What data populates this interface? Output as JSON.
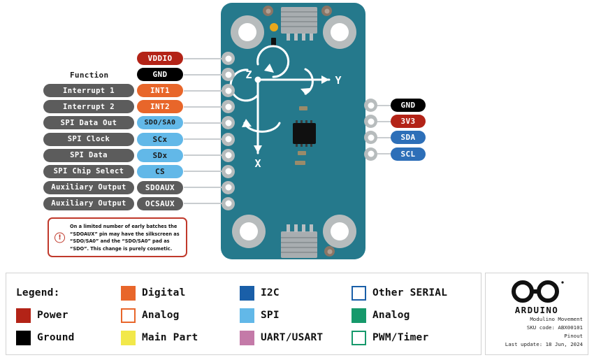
{
  "header": {
    "function_label": "Function"
  },
  "left_pins": [
    {
      "fn": "",
      "name": "VDDIO",
      "type": "pwr",
      "has_fn": false
    },
    {
      "fn": "",
      "name": "GND",
      "type": "gnd",
      "has_fn": false
    },
    {
      "fn": "Interrupt 1",
      "name": "INT1",
      "type": "dig",
      "has_fn": true
    },
    {
      "fn": "Interrupt 2",
      "name": "INT2",
      "type": "dig",
      "has_fn": true
    },
    {
      "fn": "SPI Data Out",
      "name": "SDO/SA0",
      "type": "spi",
      "has_fn": true
    },
    {
      "fn": "SPI Clock",
      "name": "SCx",
      "type": "spi",
      "has_fn": true
    },
    {
      "fn": "SPI Data",
      "name": "SDx",
      "type": "spi",
      "has_fn": true
    },
    {
      "fn": "SPI Chip Select",
      "name": "CS",
      "type": "spi",
      "has_fn": true
    },
    {
      "fn": "Auxiliary Output",
      "name": "SDOAUX",
      "type": "aux",
      "has_fn": true
    },
    {
      "fn": "Auxiliary Output",
      "name": "OCSAUX",
      "type": "aux",
      "has_fn": true
    }
  ],
  "right_pins": [
    {
      "name": "GND",
      "type": "gnd"
    },
    {
      "name": "3V3",
      "type": "pwr"
    },
    {
      "name": "SDA",
      "type": "i2c"
    },
    {
      "name": "SCL",
      "type": "i2c"
    }
  ],
  "board": {
    "axis_z": "Z",
    "axis_y": "Y",
    "axis_x": "X"
  },
  "note": {
    "icon": "exclamation-icon",
    "lines": [
      "On a limited number of early batches the",
      "“SDOAUX” pin may have the silkscreen as",
      "“SDO/SA0” and the “SDO/SA0” pad as",
      "“SDO”. This change is purely cosmetic."
    ]
  },
  "legend": {
    "title": "Legend:",
    "items": [
      {
        "label": "Power",
        "color": "#b32317",
        "hollow": false,
        "row": 2,
        "col": 1
      },
      {
        "label": "Ground",
        "color": "#000000",
        "hollow": false,
        "row": 3,
        "col": 1
      },
      {
        "label": "Digital",
        "color": "#e8662a",
        "hollow": false,
        "row": 1,
        "col": 2
      },
      {
        "label": "Analog",
        "color": "#e8662a",
        "hollow": true,
        "row": 2,
        "col": 2
      },
      {
        "label": "Main Part",
        "color": "#f2e council",
        "hollow": false,
        "row": 3,
        "col": 2
      },
      {
        "label": "I2C",
        "color": "#1a5fa8",
        "hollow": false,
        "row": 1,
        "col": 3
      },
      {
        "label": "SPI",
        "color": "#62b8e8",
        "hollow": false,
        "row": 2,
        "col": 3
      },
      {
        "label": "UART/USART",
        "color": "#c47aa8",
        "hollow": false,
        "row": 3,
        "col": 3
      },
      {
        "label": "Other SERIAL",
        "color": "#1a5fa8",
        "hollow": true,
        "row": 1,
        "col": 4
      },
      {
        "label": "Analog",
        "color": "#16996b",
        "hollow": false,
        "row": 2,
        "col": 4
      },
      {
        "label": "PWM/Timer",
        "color": "#16996b",
        "hollow": true,
        "row": 3,
        "col": 4
      }
    ]
  },
  "info": {
    "brand": "ARDUINO",
    "product": "Modulino Movement",
    "sku": "SKU code: ABX00101",
    "doc_type": "Pinout",
    "updated": "Last update: 18 Jun, 2024"
  }
}
